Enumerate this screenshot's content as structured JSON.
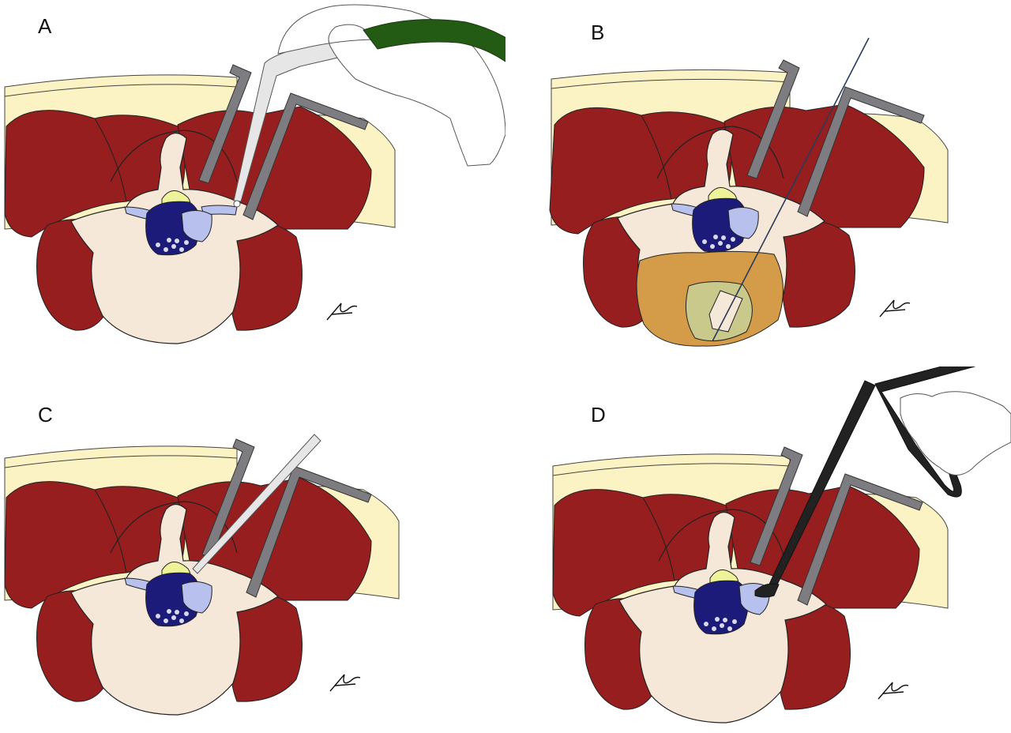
{
  "figure": {
    "panels": [
      {
        "label": "A",
        "instrument": "curved-handheld-instrument-with-green-tip"
      },
      {
        "label": "B",
        "instrument": "needle-with-ablation-zone"
      },
      {
        "label": "C",
        "instrument": "straight-probe"
      },
      {
        "label": "D",
        "instrument": "bayonet-forceps"
      }
    ]
  },
  "colors": {
    "fat_layer": "#FBF3C3",
    "muscle": "#961E1E",
    "bone": "#F6E8D8",
    "disc_nucleus": "#1C1B7A",
    "disc_highlight": "#B8C0EE",
    "nerve_yellow": "#EEF39A",
    "retractor": "#7D7C80",
    "instrument_green": "#235B14",
    "instrument_dark": "#222222",
    "ablation_zone": "#D49B49",
    "ablation_inner": "#C8C98A"
  }
}
